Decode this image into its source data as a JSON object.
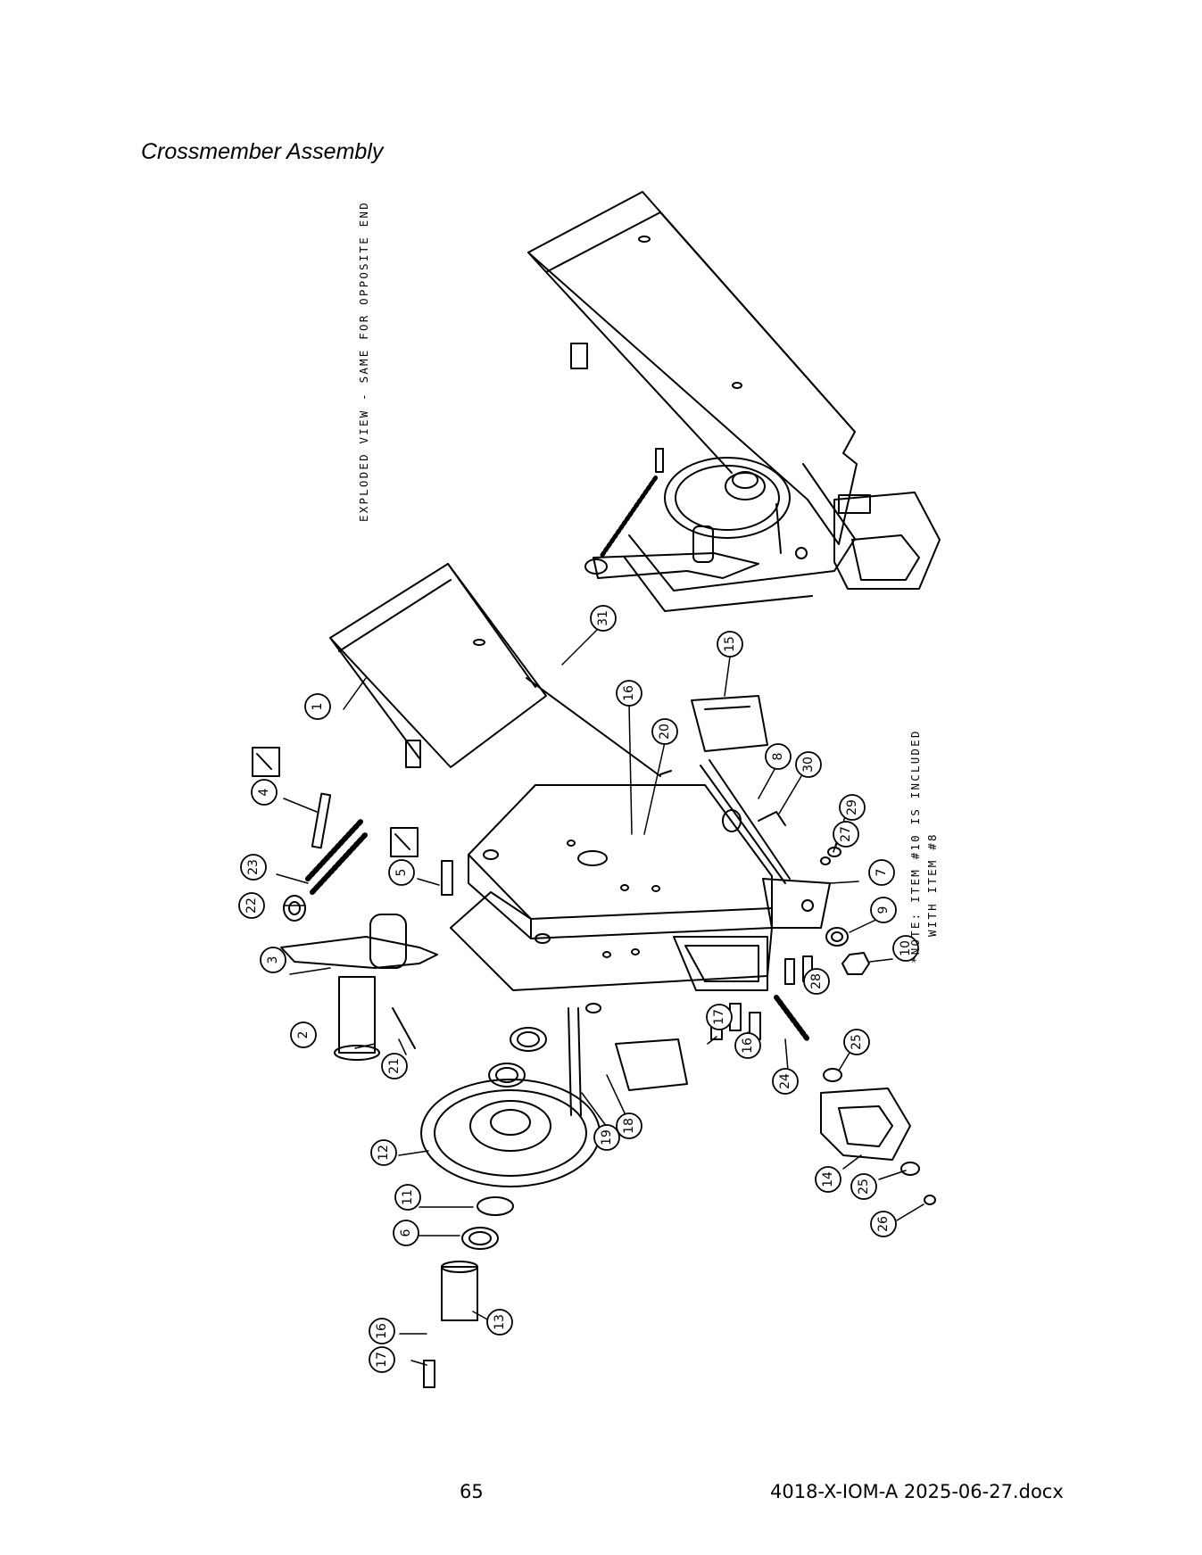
{
  "page_title": "Crossmember Assembly",
  "notes": {
    "exploded_view": "EXPLODED VIEW - SAME FOR OPPOSITE END",
    "note_line1": "*NOTE: ITEM #10 IS INCLUDED",
    "note_line2": "WITH ITEM #8"
  },
  "callouts": [
    {
      "id": "c1",
      "label": "1"
    },
    {
      "id": "c2",
      "label": "2"
    },
    {
      "id": "c3",
      "label": "3"
    },
    {
      "id": "c4",
      "label": "4"
    },
    {
      "id": "c5",
      "label": "5"
    },
    {
      "id": "c6",
      "label": "6"
    },
    {
      "id": "c7",
      "label": "7"
    },
    {
      "id": "c8",
      "label": "8"
    },
    {
      "id": "c9",
      "label": "9"
    },
    {
      "id": "c10",
      "label": "10"
    },
    {
      "id": "c11",
      "label": "11"
    },
    {
      "id": "c12",
      "label": "12"
    },
    {
      "id": "c13",
      "label": "13"
    },
    {
      "id": "c14",
      "label": "14"
    },
    {
      "id": "c15",
      "label": "15"
    },
    {
      "id": "c16a",
      "label": "16"
    },
    {
      "id": "c16b",
      "label": "16"
    },
    {
      "id": "c16c",
      "label": "16"
    },
    {
      "id": "c17a",
      "label": "17"
    },
    {
      "id": "c17b",
      "label": "17"
    },
    {
      "id": "c18",
      "label": "18"
    },
    {
      "id": "c19",
      "label": "19"
    },
    {
      "id": "c20",
      "label": "20"
    },
    {
      "id": "c21",
      "label": "21"
    },
    {
      "id": "c22",
      "label": "22"
    },
    {
      "id": "c23",
      "label": "23"
    },
    {
      "id": "c24",
      "label": "24"
    },
    {
      "id": "c25a",
      "label": "25"
    },
    {
      "id": "c25b",
      "label": "25"
    },
    {
      "id": "c26",
      "label": "26"
    },
    {
      "id": "c27",
      "label": "27"
    },
    {
      "id": "c28",
      "label": "28"
    },
    {
      "id": "c29",
      "label": "29"
    },
    {
      "id": "c30",
      "label": "30"
    },
    {
      "id": "c31",
      "label": "31"
    }
  ],
  "footer": {
    "page_number": "65",
    "document_name": "4018-X-IOM-A 2025-06-27.docx"
  }
}
